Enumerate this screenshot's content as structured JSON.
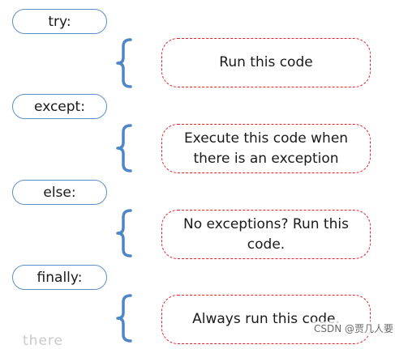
{
  "blocks": [
    {
      "keyword": "try:",
      "description": "Run this code"
    },
    {
      "keyword": "except:",
      "description": "Execute this code when there is an exception"
    },
    {
      "keyword": "else:",
      "description": "No exceptions? Run this code."
    },
    {
      "keyword": "finally:",
      "description": "Always run this code."
    }
  ],
  "watermark": "CSDN @贾几人要",
  "bleed_text": "there",
  "colors": {
    "keyword_border": "#5b8fc9",
    "description_border": "#e8202a",
    "brace": "#4f86c6"
  }
}
